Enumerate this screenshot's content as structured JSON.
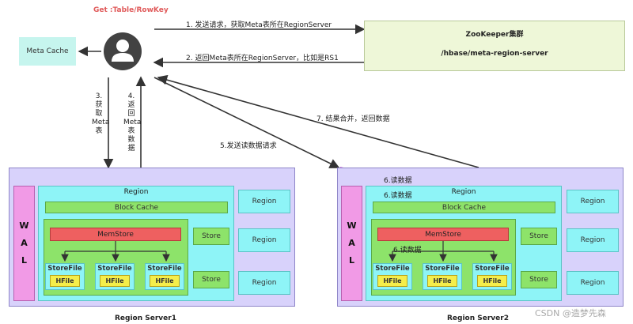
{
  "client": {
    "request_label": "Get :Table/RowKey"
  },
  "meta_cache": {
    "label": "Meta Cache"
  },
  "zookeeper": {
    "title": "ZooKeeper集群",
    "path": "/hbase/meta-region-server"
  },
  "steps": {
    "step1": "1. 发送请求，获取Meta表所在RegionServer",
    "step2": "2. 返回Meta表所在RegionServer，比如是RS1",
    "step3": [
      "3.",
      "获",
      "取",
      "Meta",
      "表"
    ],
    "step4": [
      "4.",
      "返",
      "回",
      "Meta",
      "表",
      "数",
      "据"
    ],
    "step5": "5.发送读数据请求",
    "step6": "6.读数据",
    "step7": "7. 结果合并，返回数据"
  },
  "server1": {
    "name": "Region Server1",
    "wal": [
      "W",
      "A",
      "L"
    ],
    "region_title": "Region",
    "block_cache": "Block Cache",
    "memstore": "MemStore",
    "store": "Store",
    "storefile": "StoreFile",
    "hfile": "HFile",
    "region": "Region"
  },
  "server2": {
    "name": "Region Server2",
    "wal": [
      "W",
      "A",
      "L"
    ],
    "region_title": "Region",
    "block_cache": "Block Cache",
    "memstore": "MemStore",
    "store": "Store",
    "storefile": "StoreFile",
    "hfile": "HFile",
    "region": "Region"
  },
  "watermark": "CSDN @造梦先森",
  "colors": {
    "client_red": "#e05a5a",
    "read_arrow": "#c04fd8",
    "wal": "#f19ae6",
    "region": "#8ef4f7",
    "cache": "#8de36a",
    "memstore": "#ee6060",
    "hfile": "#f5ee4a",
    "server_bg": "#d8d2fb"
  }
}
